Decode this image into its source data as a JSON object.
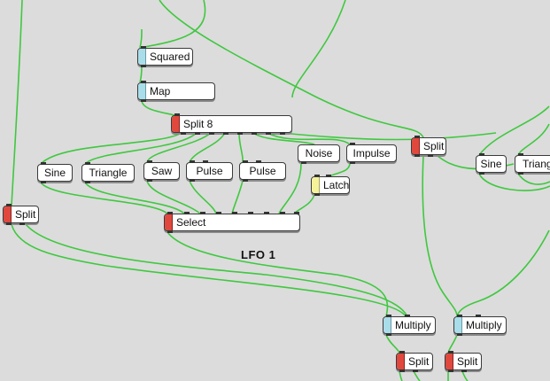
{
  "canvas": {
    "background": "#dcdcdc",
    "wire_color": "#3fc83f",
    "group_label": "LFO 1"
  },
  "stripe_colors": {
    "blue": "#a9dde9",
    "red": "#e0483e",
    "yellow": "#f6f29a"
  },
  "nodes": [
    {
      "id": "squared",
      "label": "Squared",
      "stripe": "blue"
    },
    {
      "id": "map",
      "label": "Map",
      "stripe": "blue"
    },
    {
      "id": "split8",
      "label": "Split 8",
      "stripe": "red"
    },
    {
      "id": "sine1",
      "label": "Sine",
      "stripe": "none"
    },
    {
      "id": "triangle1",
      "label": "Triangle",
      "stripe": "none"
    },
    {
      "id": "saw",
      "label": "Saw",
      "stripe": "none"
    },
    {
      "id": "pulse1",
      "label": "Pulse",
      "stripe": "none"
    },
    {
      "id": "pulse2",
      "label": "Pulse",
      "stripe": "none"
    },
    {
      "id": "noise",
      "label": "Noise",
      "stripe": "none"
    },
    {
      "id": "impulse",
      "label": "Impulse",
      "stripe": "none"
    },
    {
      "id": "latch",
      "label": "Latch",
      "stripe": "yellow"
    },
    {
      "id": "select",
      "label": "Select",
      "stripe": "red"
    },
    {
      "id": "split_left",
      "label": "Split",
      "stripe": "red"
    },
    {
      "id": "split_mid",
      "label": "Split",
      "stripe": "red"
    },
    {
      "id": "sine2",
      "label": "Sine",
      "stripe": "none"
    },
    {
      "id": "triangle2",
      "label": "Triangle",
      "stripe": "none"
    },
    {
      "id": "multiply1",
      "label": "Multiply",
      "stripe": "blue"
    },
    {
      "id": "multiply2",
      "label": "Multiply",
      "stripe": "blue"
    },
    {
      "id": "split_b1",
      "label": "Split",
      "stripe": "red"
    },
    {
      "id": "split_b2",
      "label": "Split",
      "stripe": "red"
    }
  ]
}
